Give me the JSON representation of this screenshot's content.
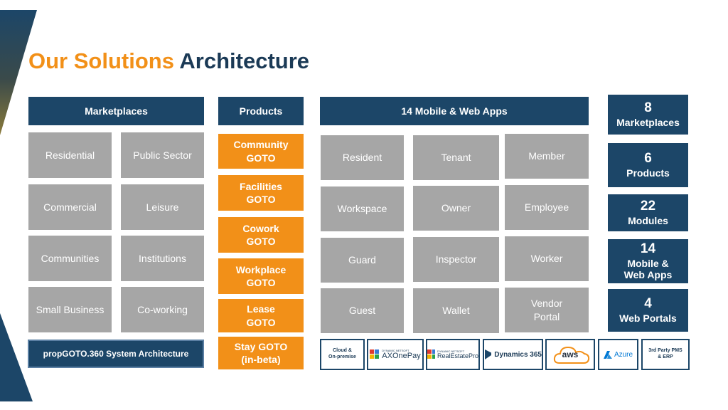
{
  "title": {
    "part1": "Our Solutions",
    "part2": "Architecture"
  },
  "marketplaces": {
    "header": "Marketplaces",
    "items": [
      "Residential",
      "Public Sector",
      "Commercial",
      "Leisure",
      "Communities",
      "Institutions",
      "Small Business",
      "Co-working"
    ],
    "footer": "propGOTO.360 System Architecture"
  },
  "products": {
    "header": "Products",
    "items": [
      "Community\nGOTO",
      "Facilities\nGOTO",
      "Cowork\nGOTO",
      "Workplace\nGOTO",
      "Lease\nGOTO",
      "Stay GOTO\n(in-beta)"
    ]
  },
  "apps": {
    "header": "14 Mobile & Web Apps",
    "items": [
      "Resident",
      "Tenant",
      "Member",
      "Workspace",
      "Owner",
      "Employee",
      "Guard",
      "Inspector",
      "Worker",
      "Guest",
      "Wallet",
      "Vendor\nPortal"
    ]
  },
  "stats": [
    {
      "num": "8",
      "label": "Marketplaces"
    },
    {
      "num": "6",
      "label": "Products"
    },
    {
      "num": "22",
      "label": "Modules"
    },
    {
      "num": "14",
      "label": "Mobile &\nWeb Apps"
    },
    {
      "num": "4",
      "label": "Web Portals"
    }
  ],
  "platforms": {
    "cloud": "Cloud &\nOn-premise",
    "axonepay": "AXOnePay",
    "axonepay_sub": "DYNAMIC NETSOFT",
    "realestatepro": "RealEstatePro",
    "realestatepro_sub": "DYNAMIC NETSOFT",
    "dynamics": "Dynamics 365",
    "aws": "aws",
    "azure": "Azure",
    "thirdparty": "3rd Party PMS\n& ERP"
  },
  "colors": {
    "navy": "#1c4668",
    "orange": "#f29018",
    "gray": "#a6a6a6",
    "title_navy": "#1b3a56"
  }
}
